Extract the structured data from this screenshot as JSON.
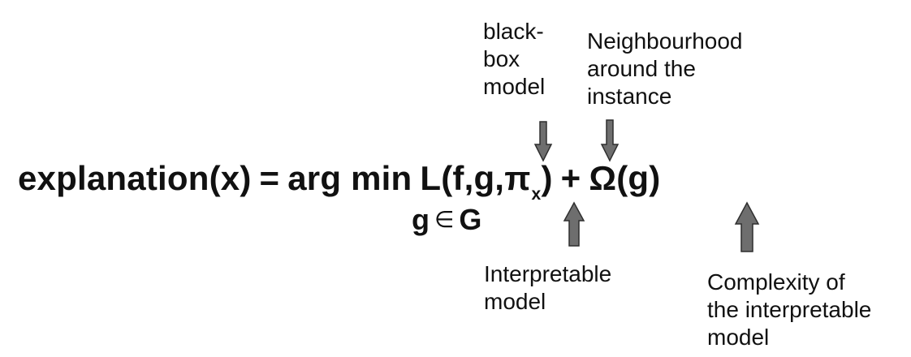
{
  "annotations": {
    "black_box": [
      "black-",
      "box",
      "model"
    ],
    "neighbourhood": [
      "Neighbourhood",
      "around the",
      "instance"
    ],
    "interpretable": [
      "Interpretable",
      "model"
    ],
    "complexity": [
      "Complexity of",
      "the interpretable",
      "model"
    ]
  },
  "formula": {
    "lhs": "explanation(x)",
    "equals": "=",
    "op": "arg min",
    "loss_open": "L(f,g,",
    "pi": "π",
    "pi_sub": "x",
    "loss_close": ")",
    "plus": "+",
    "reg": "Ω(g)",
    "under_var": "g",
    "under_in": "∈",
    "under_set": "G"
  },
  "colors": {
    "arrow_fill": "#6e6e6e",
    "arrow_stroke": "#2f2f2f",
    "text": "#111111"
  }
}
